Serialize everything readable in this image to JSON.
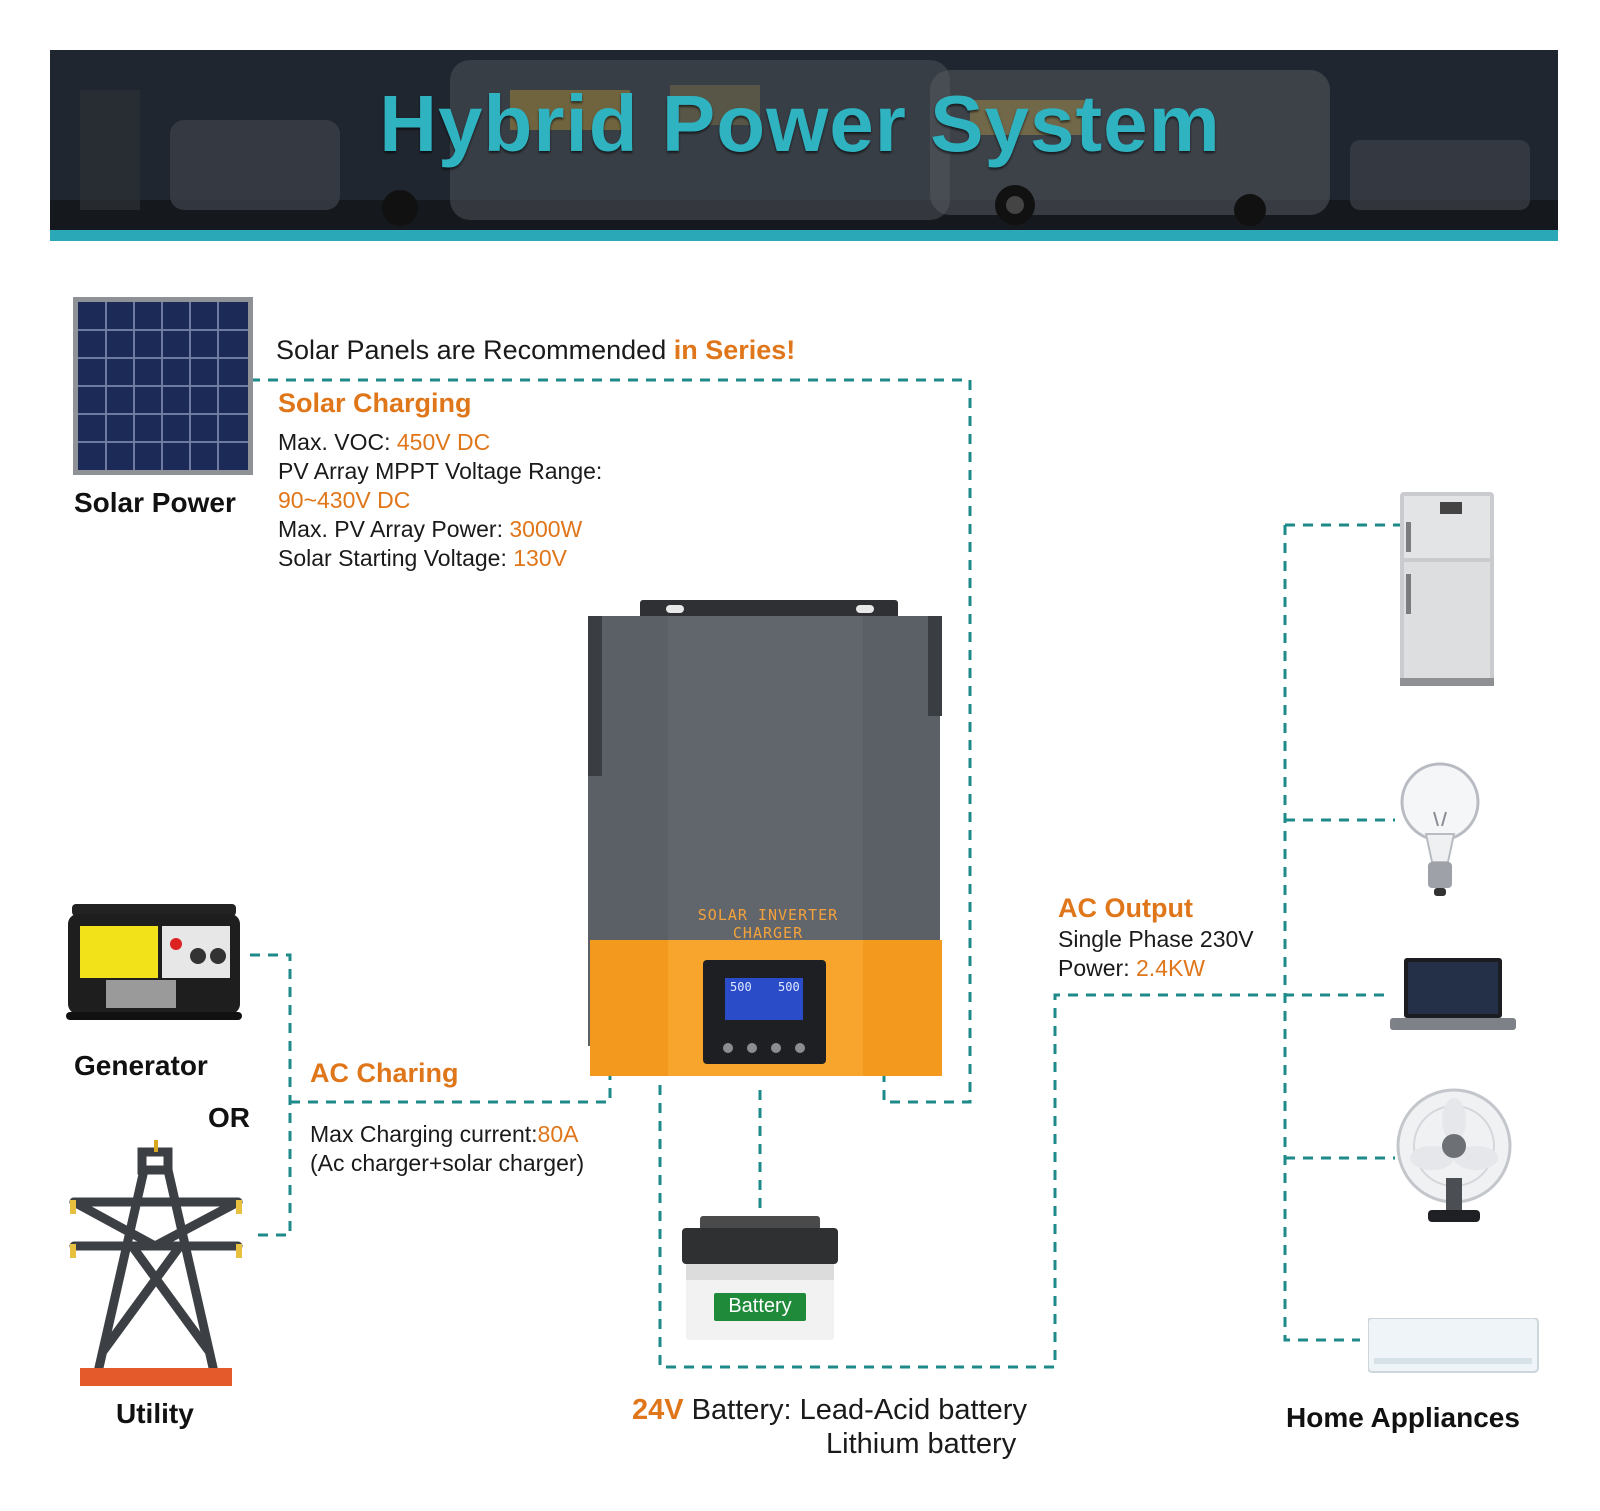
{
  "banner": {
    "title": "Hybrid Power System"
  },
  "solar": {
    "label": "Solar Power",
    "note_prefix": "Solar Panels are Recommended ",
    "note_emphasis": "in Series!",
    "heading": "Solar Charging",
    "specs": [
      {
        "label": "Max. VOC: ",
        "value": "450V DC"
      },
      {
        "label": "PV Array MPPT Voltage Range:",
        "value": ""
      },
      {
        "label": "",
        "value": "90~430V DC"
      },
      {
        "label": "Max. PV Array Power: ",
        "value": "3000W"
      },
      {
        "label": "Solar Starting Voltage: ",
        "value": "130V"
      }
    ]
  },
  "inverter": {
    "label": "SOLAR INVERTER CHARGER",
    "lcd_left": "500",
    "lcd_right": "500"
  },
  "generator": {
    "label": "Generator"
  },
  "or_label": "OR",
  "utility": {
    "label": "Utility"
  },
  "ac_charging": {
    "heading": "AC Charing",
    "line1_label": "Max Charging current:",
    "line1_value": "80A",
    "line2": "(Ac charger+solar charger)"
  },
  "ac_output": {
    "heading": "AC Output",
    "line1": "Single Phase 230V",
    "line2_label": "Power: ",
    "line2_value": "2.4KW"
  },
  "battery": {
    "sticker": "Battery",
    "voltage": "24V",
    "line1": " Battery: Lead-Acid battery",
    "line2": "Lithium battery"
  },
  "appliances": {
    "label": "Home Appliances"
  },
  "colors": {
    "accent_teal": "#2aa8b8",
    "wire_teal": "#1f8a8a",
    "accent_orange": "#e0761a",
    "inverter_orange": "#f39a1e",
    "inverter_gray": "#5b5f66"
  }
}
